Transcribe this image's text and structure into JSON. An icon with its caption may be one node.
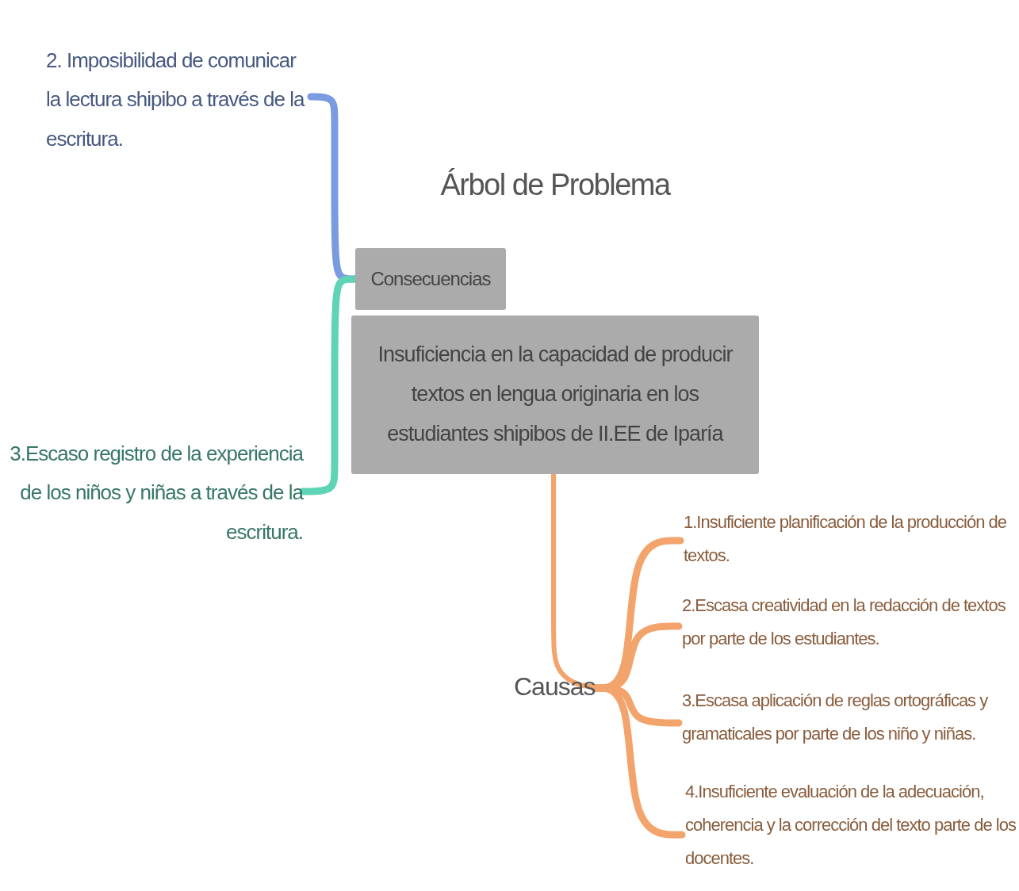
{
  "diagram": {
    "title": "Árbol de Problema",
    "nodes": [
      {
        "text": [
          "Consecuencias"
        ]
      },
      {
        "text": [
          "Insuficiencia en la capacidad de producir textos en lengua originaria en los estudiantes shipibos de II.EE de Iparía"
        ]
      },
      {
        "text": [
          "2. Imposibilidad de comunicar la lectura shipibo a través de la escritura."
        ]
      },
      {
        "text": [
          "3.Escaso registro de la experiencia de los niños y niñas a través de la escritura."
        ]
      },
      {
        "text": [
          "Causas"
        ]
      },
      {
        "text": [
          "1.Insuficiente planificación de la producción de textos."
        ]
      },
      {
        "text": [
          "2.Escasa creatividad en la redacción de textos por parte de los estudiantes."
        ]
      },
      {
        "text": [
          "3.Escasa aplicación de reglas ortográficas y gramaticales por parte de los niño y niñas."
        ]
      },
      {
        "text": [
          "4.Insuficiente evaluación de la adecuación, coherencia y la corrección del texto parte de los docentes."
        ]
      }
    ],
    "edges": [
      {
        "from": 0,
        "to": 2,
        "arrow": "none",
        "color": "#7b9be0"
      },
      {
        "from": 0,
        "to": 3,
        "arrow": "none",
        "color": "#5fd3b5"
      },
      {
        "from": 1,
        "to": 4,
        "arrow": "none"
      },
      {
        "from": 4,
        "to": 5,
        "arrow": "none"
      },
      {
        "from": 4,
        "to": 6,
        "arrow": "none"
      },
      {
        "from": 4,
        "to": 7,
        "arrow": "none"
      },
      {
        "from": 4,
        "to": 8,
        "arrow": "none"
      }
    ]
  }
}
